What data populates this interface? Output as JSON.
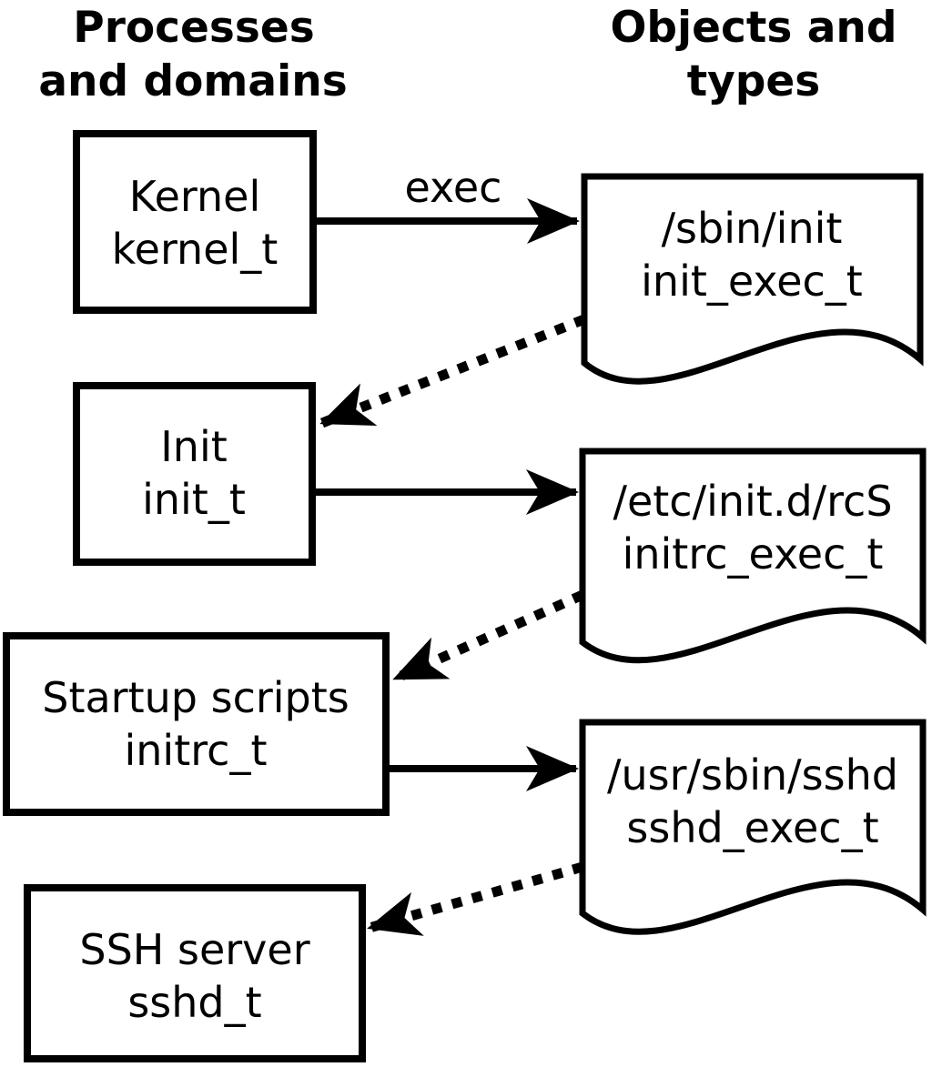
{
  "diagram": {
    "left_column_header": {
      "line1": "Processes",
      "line2": "and domains"
    },
    "right_column_header": {
      "line1": "Objects and",
      "line2": "types"
    },
    "processes": [
      {
        "label": "Kernel",
        "domain": "kernel_t"
      },
      {
        "label": "Init",
        "domain": "init_t"
      },
      {
        "label": "Startup scripts",
        "domain": "initrc_t"
      },
      {
        "label": "SSH server",
        "domain": "sshd_t"
      }
    ],
    "objects": [
      {
        "path": "/sbin/init",
        "type": "init_exec_t"
      },
      {
        "path": "/etc/init.d/rcS",
        "type": "initrc_exec_t"
      },
      {
        "path": "/usr/sbin/sshd",
        "type": "sshd_exec_t"
      }
    ],
    "edge_labels": {
      "exec": "exec"
    },
    "connections": [
      {
        "from": "kernel_t",
        "to": "/sbin/init",
        "style": "solid",
        "label": "exec"
      },
      {
        "from": "/sbin/init",
        "to": "init_t",
        "style": "dotted",
        "label": ""
      },
      {
        "from": "init_t",
        "to": "/etc/init.d/rcS",
        "style": "solid",
        "label": ""
      },
      {
        "from": "/etc/init.d/rcS",
        "to": "initrc_t",
        "style": "dotted",
        "label": ""
      },
      {
        "from": "initrc_t",
        "to": "/usr/sbin/sshd",
        "style": "solid",
        "label": ""
      },
      {
        "from": "/usr/sbin/sshd",
        "to": "sshd_t",
        "style": "dotted",
        "label": ""
      }
    ],
    "colors": {
      "foreground": "#000000",
      "background": "#ffffff"
    }
  }
}
